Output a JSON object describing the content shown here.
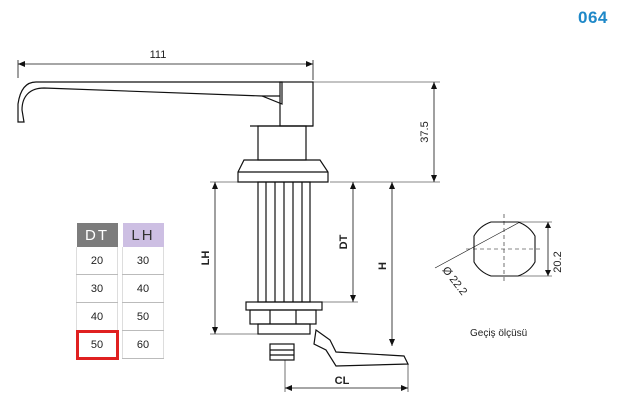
{
  "product_code": "064",
  "dimensions": {
    "handle_length": "111",
    "handle_height": "37.5",
    "dt": "DT",
    "lh": "LH",
    "h": "H",
    "cl": "CL",
    "cutout_width": "20.2",
    "cutout_diameter": "Ø 22.2"
  },
  "cutout_caption": "Geçiş ölçüsü",
  "table": {
    "dt_header": "DT",
    "lh_header": "LH",
    "dt_values": [
      "20",
      "30",
      "40",
      "50"
    ],
    "lh_values": [
      "30",
      "40",
      "50",
      "60"
    ],
    "highlighted_row": 3
  },
  "colors": {
    "code": "#1e88c8",
    "dt_header_bg": "#7c7c7c",
    "lh_header_bg": "#cdbfe3",
    "highlight": "#e02020"
  }
}
